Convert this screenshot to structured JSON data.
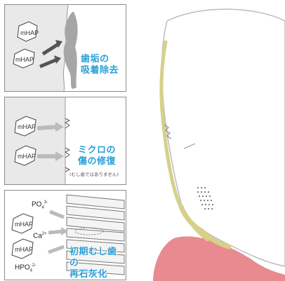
{
  "panels": [
    {
      "caption_line1": "歯垢の",
      "caption_line2": "吸着除去",
      "particle_labels": [
        "mHAP",
        "mHAP"
      ]
    },
    {
      "caption_line1": "ミクロの",
      "caption_line2": "傷の修復",
      "note": "(むし歯ではありません)",
      "particle_labels": [
        "mHAP",
        "mHAP"
      ]
    },
    {
      "caption_line1": "初期むし歯の",
      "caption_line2": "再石灰化",
      "particle_labels": [
        "mHAP",
        "mHAP"
      ],
      "ions": {
        "po4": "PO",
        "po4_sub": "4",
        "po4_sup": "3-",
        "ca": "Ca",
        "ca_sup": "2+",
        "hpo4": "HPO",
        "hpo4_sub": "4",
        "hpo4_sup": "2-"
      }
    }
  ],
  "colors": {
    "caption": "#2a9fd6",
    "plaque": "#d6d08a",
    "gum": "#e88a8f",
    "panel_border": "#8c8c8c"
  }
}
